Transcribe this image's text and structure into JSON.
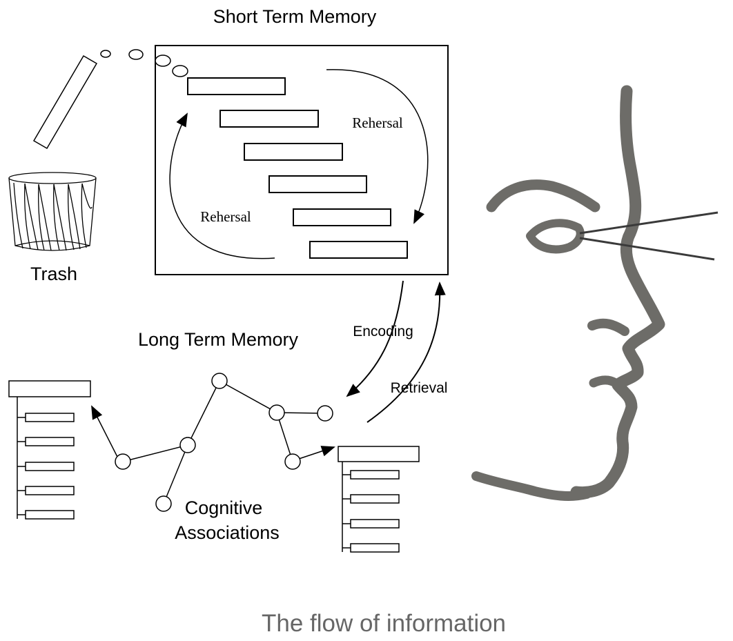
{
  "labels": {
    "stm_title": "Short Term Memory",
    "ltm_title": "Long Term Memory",
    "trash": "Trash",
    "rehearsal_right": "Rehersal",
    "rehearsal_left": "Rehersal",
    "encoding": "Encoding",
    "retrieval": "Retrieval",
    "cognitive_line1": "Cognitive",
    "cognitive_line2": "Associations",
    "caption": "The flow of information"
  },
  "colors": {
    "line": "#000000",
    "face": "#6d6c68",
    "caption": "#666666"
  }
}
